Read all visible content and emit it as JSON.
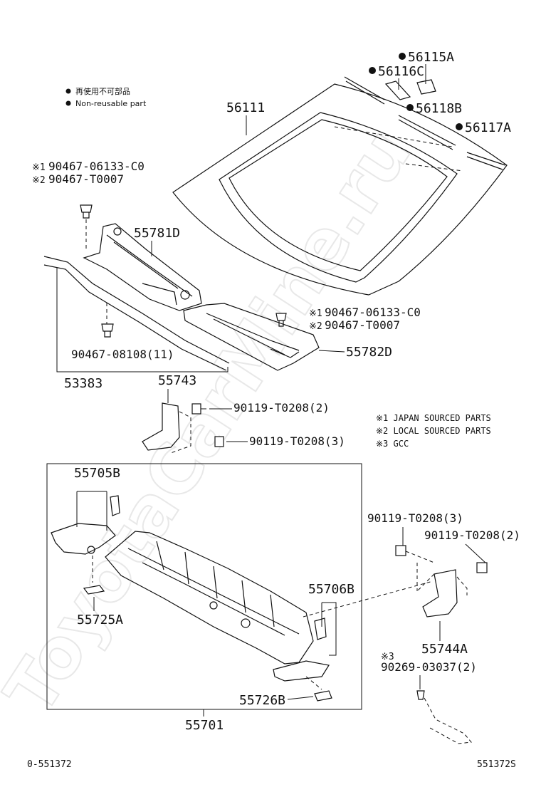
{
  "watermark": "ToyotaCarMine.ru",
  "legend": {
    "reusable_jp": "再使用不可部品",
    "reusable_en": "Non-reusable part"
  },
  "notes": {
    "n1": "※1  JAPAN SOURCED PARTS",
    "n2": "※2  LOCAL SOURCED PARTS",
    "n3": "※3  GCC"
  },
  "parts": {
    "p56115A": "56115A",
    "p56116C": "56116C",
    "p56118B": "56118B",
    "p56117A": "56117A",
    "p56111": "56111",
    "clip1_jp": "90467-06133-C0",
    "clip1_local": "90467-T0007",
    "clip1_mark1": "※1",
    "clip1_mark2": "※2",
    "p55781D": "55781D",
    "clip2_jp": "90467-06133-C0",
    "clip2_local": "90467-T0007",
    "clip2_mark1": "※1",
    "clip2_mark2": "※2",
    "p55782D": "55782D",
    "p90467_08108": "90467-08108(11)",
    "p53383": "53383",
    "p55743": "55743",
    "bolt_a": "90119-T0208(2)",
    "bolt_b": "90119-T0208(3)",
    "p55705B": "55705B",
    "p55725A": "55725A",
    "p55706B": "55706B",
    "p55726B": "55726B",
    "p55701": "55701",
    "bolt_c": "90119-T0208(3)",
    "bolt_d": "90119-T0208(2)",
    "p55744A": "55744A",
    "gcc_mark": "※3",
    "p90269": "90269-03037(2)"
  },
  "footer": {
    "left_code": "0-551372",
    "right_code": "551372S"
  }
}
